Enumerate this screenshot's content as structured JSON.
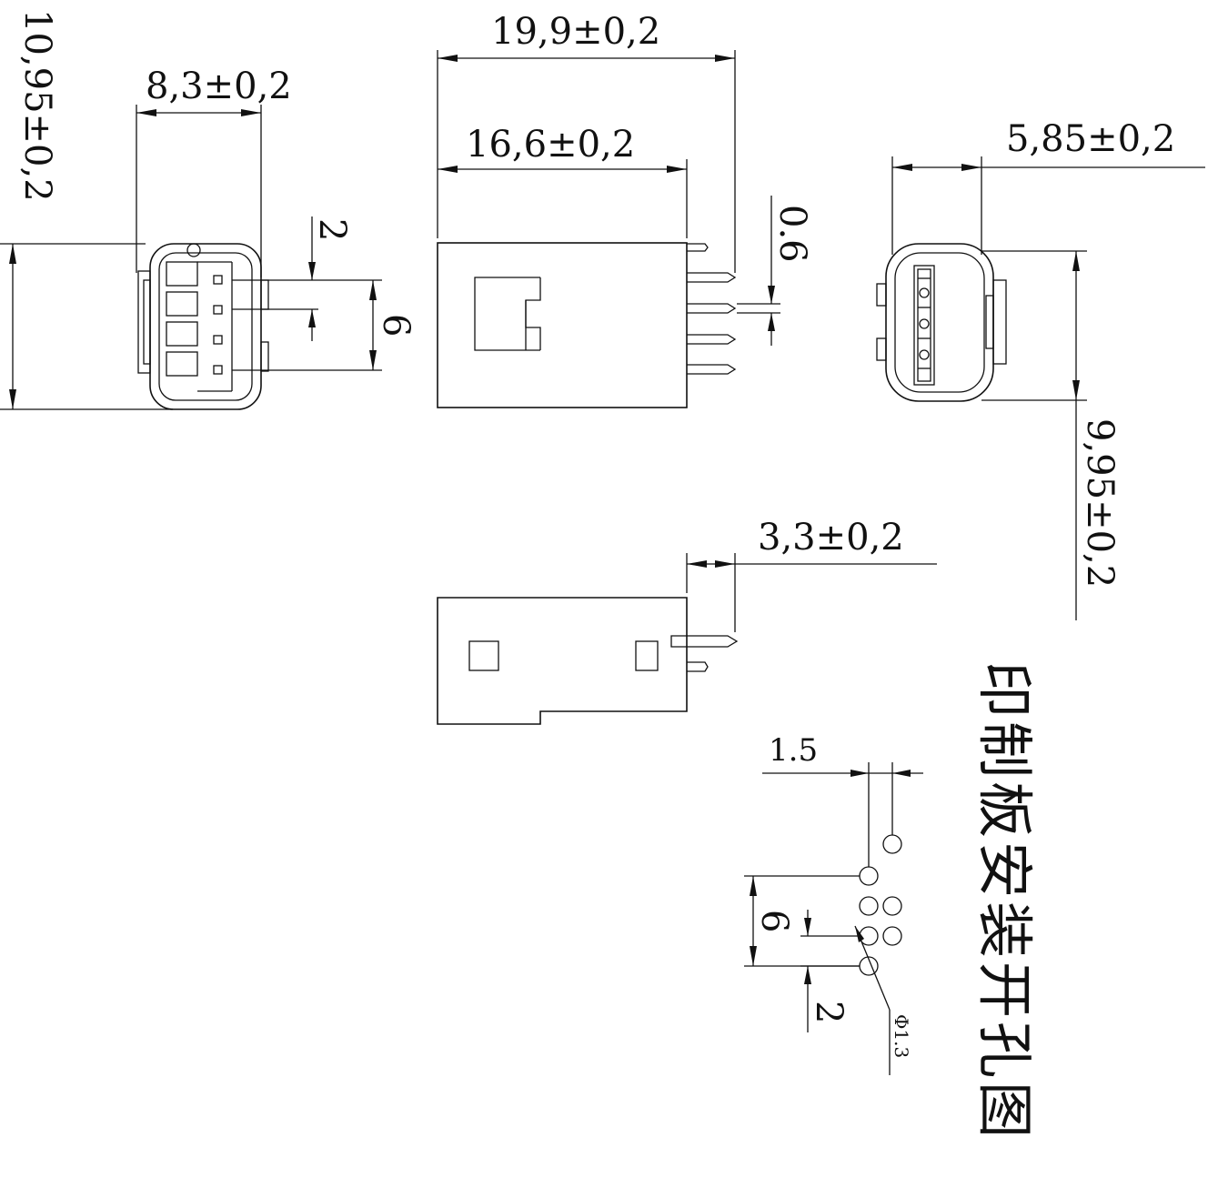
{
  "dimensions": {
    "overall_height": "10,95±0,2",
    "width_front": "8,3±0,2",
    "pitch_front": "2",
    "span_front": "6",
    "overall_length": "19,9±0,2",
    "body_length": "16,6±0,2",
    "pin_thickness": "0.6",
    "rear_width": "5,85±0,2",
    "rear_height": "9,95±0,2",
    "pin_protrusion": "3,3±0,2",
    "pcb_offset": "1.5",
    "pcb_span": "6",
    "pcb_pitch": "2",
    "hole_diameter": "Φ1.3"
  },
  "title": "印制板安装开孔图"
}
